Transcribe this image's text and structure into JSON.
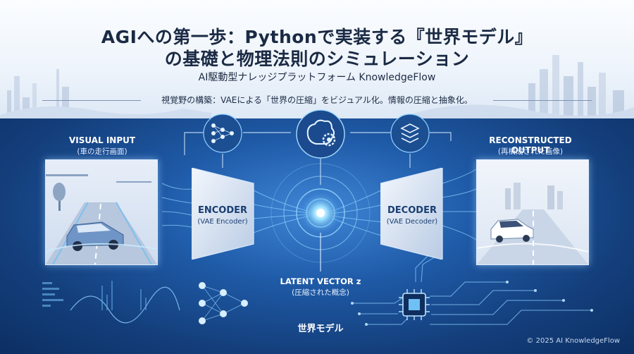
{
  "title_line1": "AGIへの第一歩：Pythonで実装する『世界モデル』",
  "title_line2": "の基礎と物理法則のシミュレーション",
  "subtitle": "AI駆動型ナレッジプラットフォーム KnowledgeFlow",
  "caption": "視覚野の構築：VAEによる「世界の圧縮」をビジュアル化。情報の圧縮と抽象化。",
  "visual_input": {
    "label": "VISUAL INPUT",
    "sub": "(車の走行画面)"
  },
  "encoder": {
    "label": "ENCODER",
    "sub": "(VAE Encoder)"
  },
  "decoder": {
    "label": "DECODER",
    "sub": "(VAE Decoder)"
  },
  "reconstructed": {
    "label": "RECONSTRUCTED OUTPUT",
    "sub": "(再構成された画像)"
  },
  "latent": {
    "label": "LATENT VECTOR z",
    "sub": "(圧縮された概念)"
  },
  "world_model": "世界モデル",
  "copyright": "© 2025 AI KnowledgeFlow",
  "colors": {
    "title": "#1b2a44",
    "background_dark": "#143f7c",
    "glow": "#7fd3ff",
    "panel_light": "#eaf1fb"
  },
  "icons": [
    "neural-network-icon",
    "brain-gear-icon",
    "layers-icon",
    "cpu-chip-icon",
    "car-icon",
    "tree-icon"
  ]
}
